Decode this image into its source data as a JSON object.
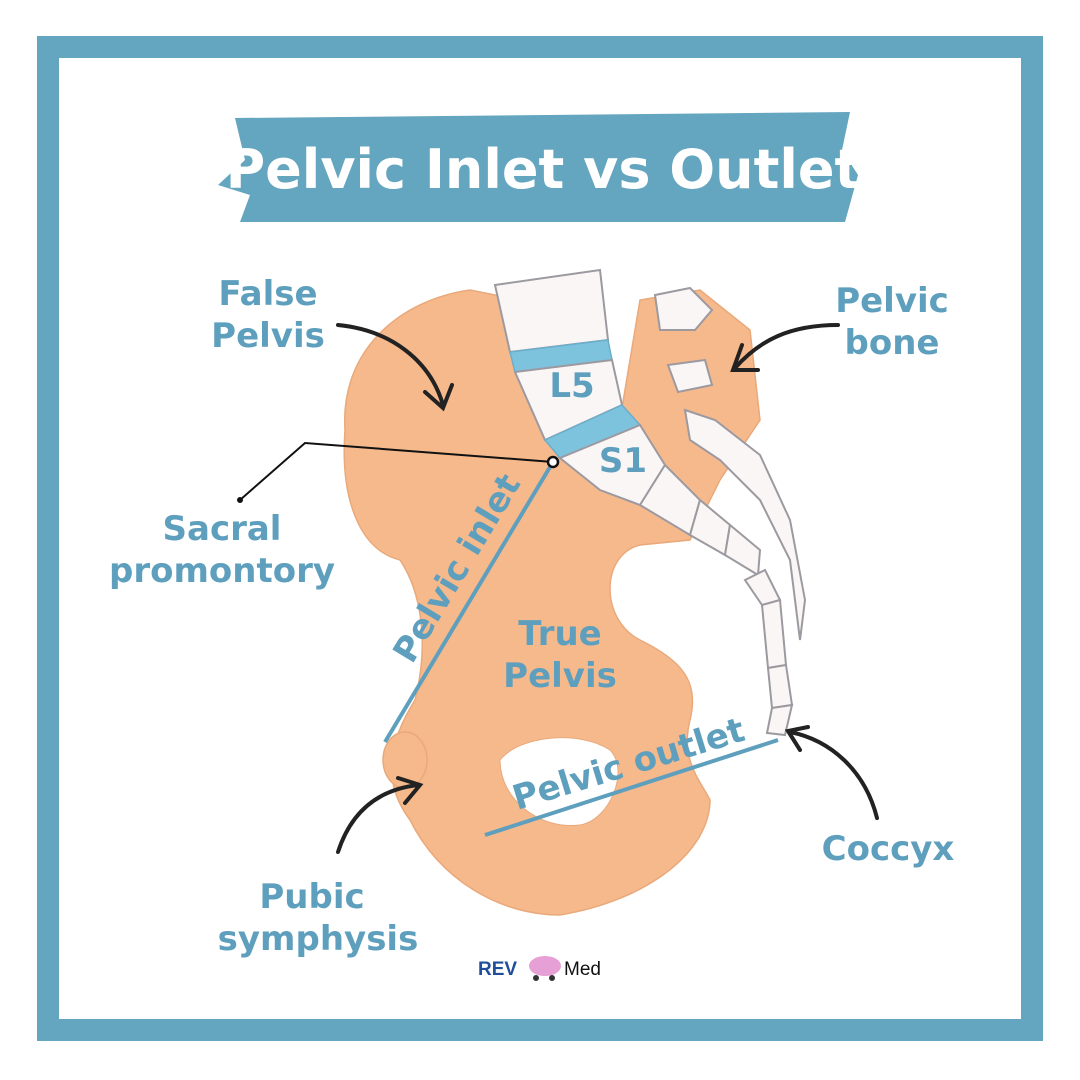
{
  "title": "Pelvic Inlet vs Outlet",
  "labels": {
    "false_pelvis": [
      "False",
      "Pelvis"
    ],
    "pelvic_bone": [
      "Pelvic",
      "bone"
    ],
    "sacral_promontory": [
      "Sacral",
      "promontory"
    ],
    "true_pelvis": [
      "True",
      "Pelvis"
    ],
    "pelvic_inlet": "Pelvic inlet",
    "pelvic_outlet": "Pelvic outlet",
    "coccyx": "Coccyx",
    "pubic_symphysis": [
      "Pubic",
      "symphysis"
    ],
    "l5": "L5",
    "s1": "S1"
  },
  "logo": {
    "left": "REV",
    "right": "Med"
  },
  "colors": {
    "frame": "#64a5bf",
    "text": "#5e9fbd",
    "bone": "#f6b98c",
    "disc": "#7ec3de"
  }
}
